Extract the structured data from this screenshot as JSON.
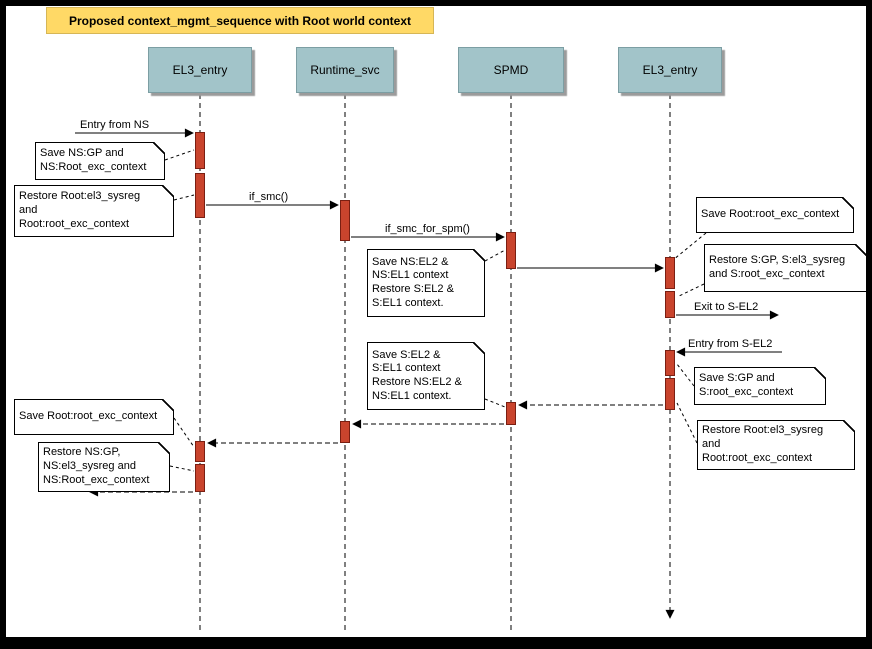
{
  "title": "Proposed context_mgmt_sequence with Root world context",
  "actors": [
    {
      "label": "EL3_entry"
    },
    {
      "label": "Runtime_svc"
    },
    {
      "label": "SPMD"
    },
    {
      "label": "EL3_entry"
    }
  ],
  "messages": [
    {
      "label": "Entry from NS"
    },
    {
      "label": "if_smc()"
    },
    {
      "label": "if_smc_for_spm()"
    },
    {
      "label": "Exit to S-EL2"
    },
    {
      "label": "Entry from S-EL2"
    }
  ],
  "notes": [
    {
      "text": "Save NS:GP and\nNS:Root_exc_context"
    },
    {
      "text": "Restore Root:el3_sysreg\nand\nRoot:root_exc_context"
    },
    {
      "text": "Save NS:EL2 &\nNS:EL1 context\nRestore S:EL2 &\nS:EL1 context."
    },
    {
      "text": "Save Root:root_exc_context"
    },
    {
      "text": "Restore S:GP, S:el3_sysreg\nand S:root_exc_context"
    },
    {
      "text": "Save S:EL2 &\nS:EL1 context\nRestore NS:EL2 &\nNS:EL1 context."
    },
    {
      "text": "Save S:GP and\nS:root_exc_context"
    },
    {
      "text": "Restore Root:el3_sysreg\nand\nRoot:root_exc_context"
    },
    {
      "text": "Save Root:root_exc_context"
    },
    {
      "text": "Restore NS:GP,\nNS:el3_sysreg and\nNS:Root_exc_context"
    }
  ],
  "colors": {
    "title_bg": "#FFD966",
    "actor_bg": "#A2C4C9",
    "activation": "#C9442D",
    "activation_border": "#7A1F12"
  }
}
